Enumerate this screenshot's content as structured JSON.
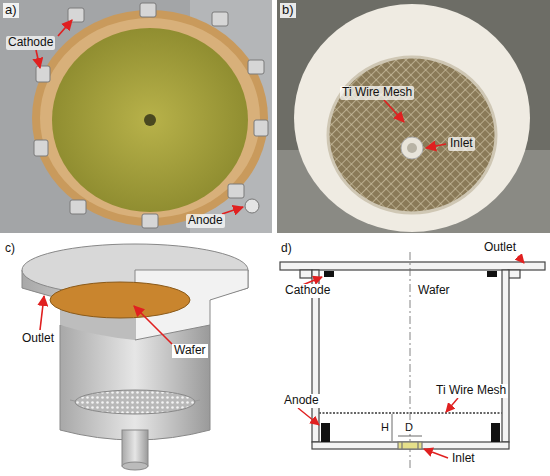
{
  "diagram": {
    "labels": [
      "a)",
      "Cathode",
      "Anode",
      "b)",
      "Ti Wire Mesh",
      "Inlet",
      "c)",
      "Outlet",
      "Wafer",
      "d)",
      "Outlet",
      "Cathode",
      "Wafer",
      "Anode",
      "Ti Wire Mesh",
      "H",
      "D",
      "Inlet"
    ]
  }
}
